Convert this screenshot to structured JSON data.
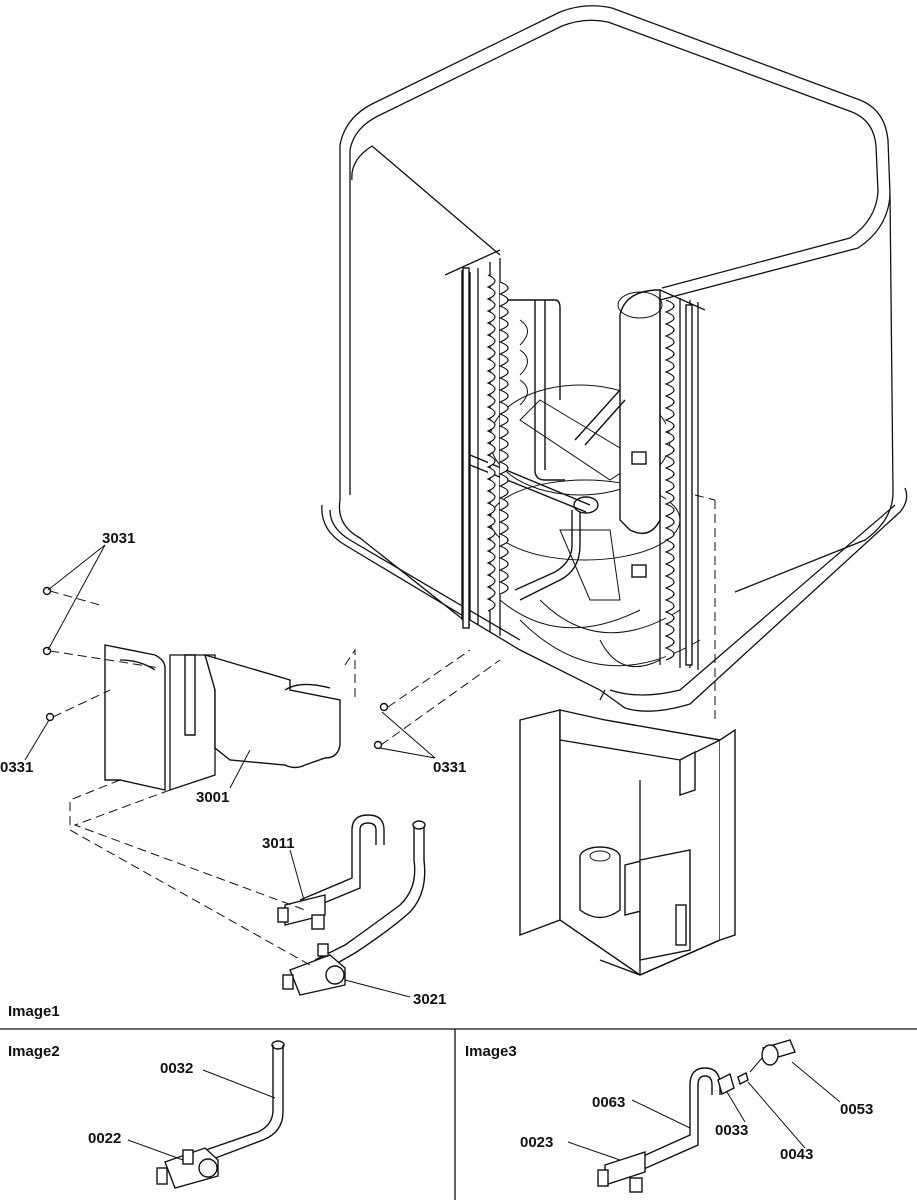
{
  "panels": [
    {
      "id": "image1",
      "title": "Image1"
    },
    {
      "id": "image2",
      "title": "Image2"
    },
    {
      "id": "image3",
      "title": "Image3"
    }
  ],
  "callouts": {
    "image1": [
      "3031",
      "0331",
      "0331",
      "3001",
      "3011",
      "3021"
    ],
    "image2": [
      "0032",
      "0022"
    ],
    "image3": [
      "0063",
      "0033",
      "0043",
      "0053",
      "0023"
    ]
  }
}
